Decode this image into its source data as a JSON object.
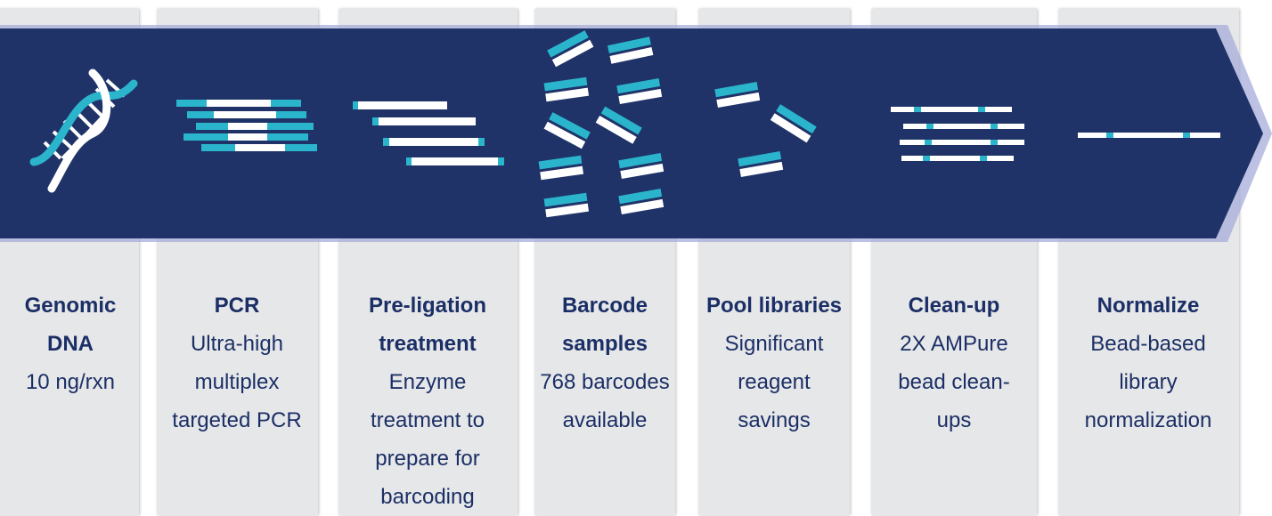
{
  "colors": {
    "panel": "#e6e7e8",
    "arrow": "#1f3368",
    "arrow_outline": "#a7aedb",
    "cyan": "#2bb5cc",
    "white": "#ffffff",
    "text": "#1b2f66"
  },
  "steps": [
    {
      "icon": "dna-helix-icon",
      "title": "Genomic DNA",
      "desc": "10 ng/rxn"
    },
    {
      "icon": "pcr-amplicons-icon",
      "title": "PCR",
      "desc": "Ultra-high multiplex targeted PCR"
    },
    {
      "icon": "enzyme-treated-strands-icon",
      "title": "Pre-ligation treatment",
      "desc": "Enzyme treatment to prepare for barcoding"
    },
    {
      "icon": "barcoded-fragments-icon",
      "title": "Barcode samples",
      "desc": "768 barcodes available"
    },
    {
      "icon": "pooled-fragments-icon",
      "title": "Pool libraries",
      "desc": "Significant reagent savings"
    },
    {
      "icon": "cleaned-strands-icon",
      "title": "Clean-up",
      "desc": "2X AMPure bead clean-ups"
    },
    {
      "icon": "normalized-strand-icon",
      "title": "Normalize",
      "desc": "Bead-based library normalization"
    }
  ]
}
